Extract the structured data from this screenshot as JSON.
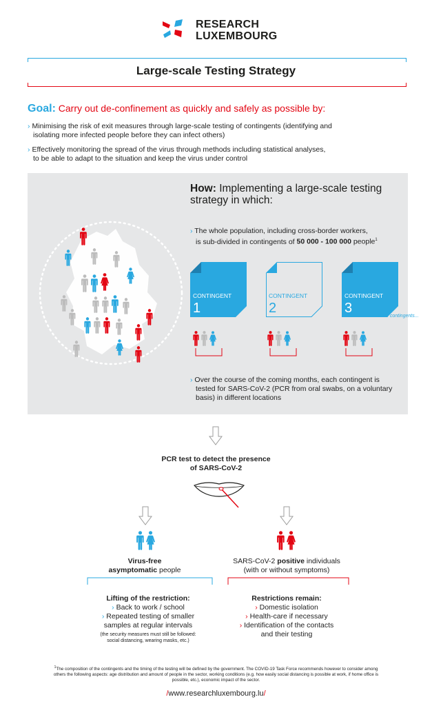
{
  "header": {
    "logo_line1": "RESEARCH",
    "logo_line2": "LUXEMBOURG",
    "title": "Large-scale Testing Strategy"
  },
  "goal": {
    "label": "Goal:",
    "text": "Carry out de-confinement as quickly and safely as possible by:",
    "bullets": [
      "Minimising the risk of exit measures through large-scale testing of contingents (identifying and",
      "isolating more infected people before they can infect others)",
      "Effectively monitoring the spread of the virus through methods including statistical analyses,",
      "to be able to adapt to the situation and keep the virus under control"
    ]
  },
  "how": {
    "label": "How:",
    "text_line1": "Implementing a large-scale testing",
    "text_line2": "strategy in which:",
    "point1_line1": "The whole  population, including cross-border workers,",
    "point1_line2_pre": "is sub-divided in contingents of ",
    "point1_line2_bold": "50 000 - 100 000",
    "point1_line2_post": " people",
    "point1_sup": "1",
    "contingents": [
      {
        "label": "CONTINGENT",
        "number": "1"
      },
      {
        "label": "CONTINGENT",
        "number": "2"
      },
      {
        "label": "CONTINGENT",
        "number": "3"
      }
    ],
    "more": "More contingents...",
    "point2_line1": "Over the course of the coming months, each contingent is",
    "point2_line2": "tested for SARS-CoV-2 (PCR from oral swabs, on a voluntary",
    "point2_line3": "basis) in different locations"
  },
  "pcr": {
    "line1": "PCR test to detect the presence",
    "line2": "of SARS-CoV-2"
  },
  "left_col": {
    "t1": "Virus-free",
    "t2_bold": "asymptomatic",
    "t2_rest": " people",
    "heading": "Lifting of the restriction:",
    "items": [
      "Back to work / school",
      "Repeated testing of smaller",
      "samples at regular intervals"
    ],
    "note1": "(the security measures must still be followed:",
    "note2": "social distancing, wearing masks, etc.)"
  },
  "right_col": {
    "t1_pre": "SARS-CoV-2 ",
    "t1_bold": "positive",
    "t1_post": " individuals",
    "t2": "(with or without symptoms)",
    "heading": "Restrictions remain:",
    "items": [
      "Domestic isolation",
      "Health-care if necessary",
      "Identification of the contacts"
    ],
    "item_cont": "and their testing"
  },
  "footnote": {
    "sup": "1",
    "line1": "The composition of the contingents and the timing of the testing will be defined by the government. The COVID-19 Task Force recommends however to consider among",
    "line2": "others the following aspects: age distribution and amount of people in the sector, working conditions (e.g. how easily social distancing is possible at work, if home office is",
    "line3": "possible, etc.), economic impact of the sector."
  },
  "url": {
    "slash1": "/",
    "text": "www.researchluxembourg.lu",
    "slash2": "/"
  },
  "colors": {
    "blue": "#29a8e0",
    "red": "#e30613",
    "grey": "#bcbcbc",
    "panel": "#e6e7e8"
  }
}
